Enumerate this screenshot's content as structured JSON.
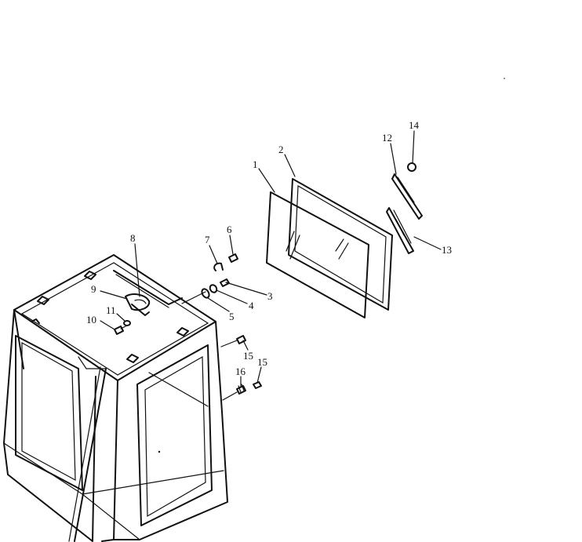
{
  "diagram": {
    "colors": {
      "line": "#111111",
      "background": "#ffffff"
    },
    "callouts": [
      {
        "id": "c1",
        "label": "1"
      },
      {
        "id": "c2",
        "label": "2"
      },
      {
        "id": "c3",
        "label": "3"
      },
      {
        "id": "c4",
        "label": "4"
      },
      {
        "id": "c5",
        "label": "5"
      },
      {
        "id": "c6",
        "label": "6"
      },
      {
        "id": "c7",
        "label": "7"
      },
      {
        "id": "c8",
        "label": "8"
      },
      {
        "id": "c9",
        "label": "9"
      },
      {
        "id": "c10",
        "label": "10"
      },
      {
        "id": "c11",
        "label": "11"
      },
      {
        "id": "c12",
        "label": "12"
      },
      {
        "id": "c13",
        "label": "13"
      },
      {
        "id": "c14",
        "label": "14"
      },
      {
        "id": "c15a",
        "label": "15"
      },
      {
        "id": "c15b",
        "label": "15"
      },
      {
        "id": "c16",
        "label": "16"
      }
    ]
  }
}
